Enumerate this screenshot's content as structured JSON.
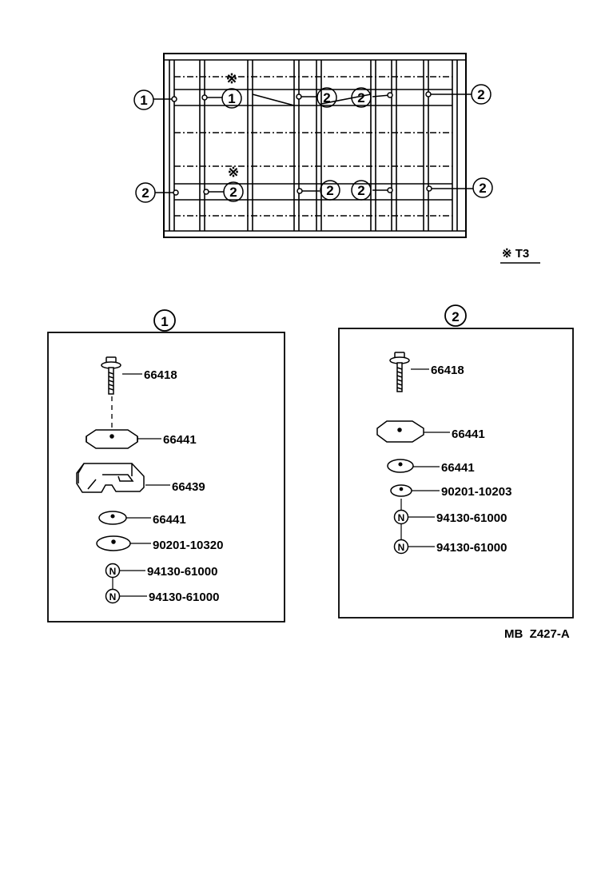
{
  "frame": {
    "callouts_top": [
      "1",
      "1",
      "2",
      "2",
      "2"
    ],
    "callouts_bottom": [
      "2",
      "2",
      "2",
      "2",
      "2"
    ],
    "note_mark": "※",
    "legend": "※ T3"
  },
  "assemblies": [
    {
      "number": "1",
      "parts": [
        "66418",
        "66441",
        "66439",
        "66441",
        "90201-10320",
        "94130-61000",
        "94130-61000"
      ]
    },
    {
      "number": "2",
      "parts": [
        "66418",
        "66441",
        "66441",
        "90201-10203",
        "94130-61000",
        "94130-61000"
      ]
    }
  ],
  "nut_symbol": "N",
  "footer": {
    "code": "MB  Z427-A"
  }
}
